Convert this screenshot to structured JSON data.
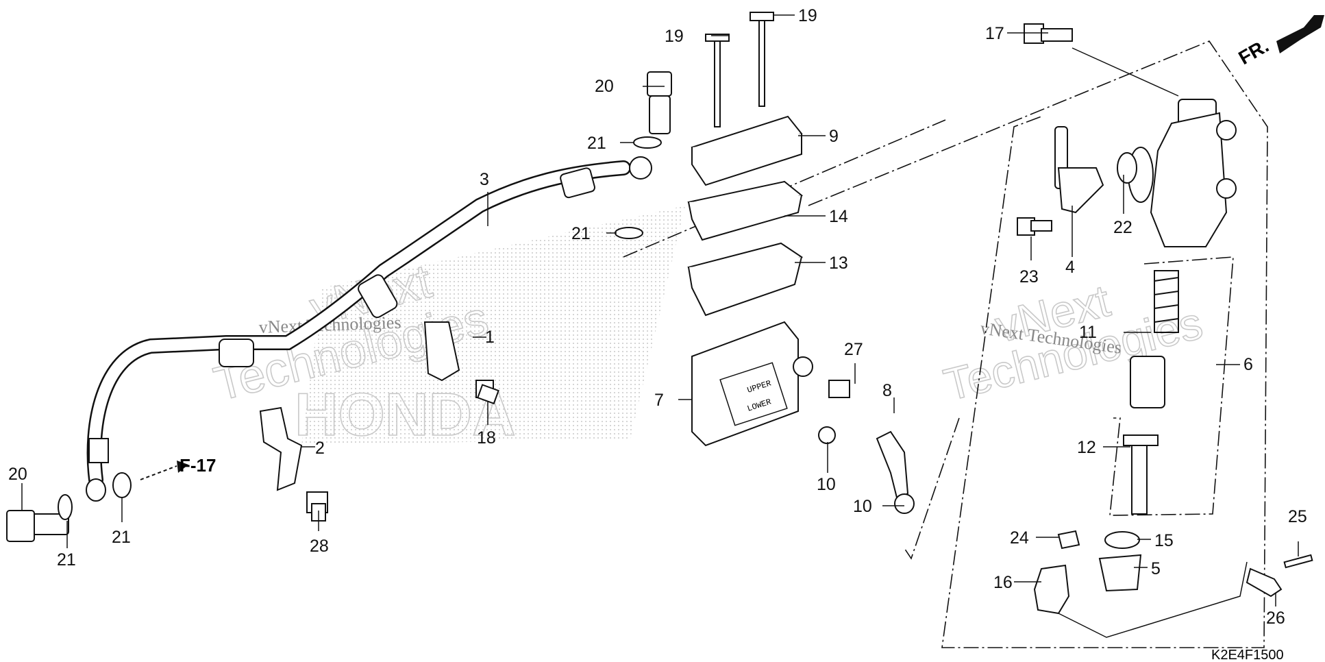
{
  "diagram": {
    "code": "K2E4F1500",
    "front_marker": "FR.",
    "ref_page": "F-17",
    "watermarks": {
      "brand_text": "vNext Technologies",
      "brand_line1": "vNext",
      "brand_line2": "Technologies",
      "maker": "HONDA"
    },
    "callouts": [
      {
        "id": "c1",
        "label": "1"
      },
      {
        "id": "c2",
        "label": "2"
      },
      {
        "id": "c3",
        "label": "3"
      },
      {
        "id": "c4",
        "label": "4"
      },
      {
        "id": "c5",
        "label": "5"
      },
      {
        "id": "c6",
        "label": "6"
      },
      {
        "id": "c7",
        "label": "7"
      },
      {
        "id": "c8",
        "label": "8"
      },
      {
        "id": "c9",
        "label": "9"
      },
      {
        "id": "c10a",
        "label": "10"
      },
      {
        "id": "c10b",
        "label": "10"
      },
      {
        "id": "c11",
        "label": "11"
      },
      {
        "id": "c12",
        "label": "12"
      },
      {
        "id": "c13",
        "label": "13"
      },
      {
        "id": "c14",
        "label": "14"
      },
      {
        "id": "c15",
        "label": "15"
      },
      {
        "id": "c16",
        "label": "16"
      },
      {
        "id": "c17",
        "label": "17"
      },
      {
        "id": "c18",
        "label": "18"
      },
      {
        "id": "c19a",
        "label": "19"
      },
      {
        "id": "c19b",
        "label": "19"
      },
      {
        "id": "c20a",
        "label": "20"
      },
      {
        "id": "c20b",
        "label": "20"
      },
      {
        "id": "c21a",
        "label": "21"
      },
      {
        "id": "c21b",
        "label": "21"
      },
      {
        "id": "c21c",
        "label": "21"
      },
      {
        "id": "c21d",
        "label": "21"
      },
      {
        "id": "c22",
        "label": "22"
      },
      {
        "id": "c23",
        "label": "23"
      },
      {
        "id": "c24",
        "label": "24"
      },
      {
        "id": "c25",
        "label": "25"
      },
      {
        "id": "c26",
        "label": "26"
      },
      {
        "id": "c27",
        "label": "27"
      },
      {
        "id": "c28",
        "label": "28"
      }
    ],
    "reservoir_labels": {
      "upper": "UPPER",
      "lower": "LOWER"
    }
  }
}
